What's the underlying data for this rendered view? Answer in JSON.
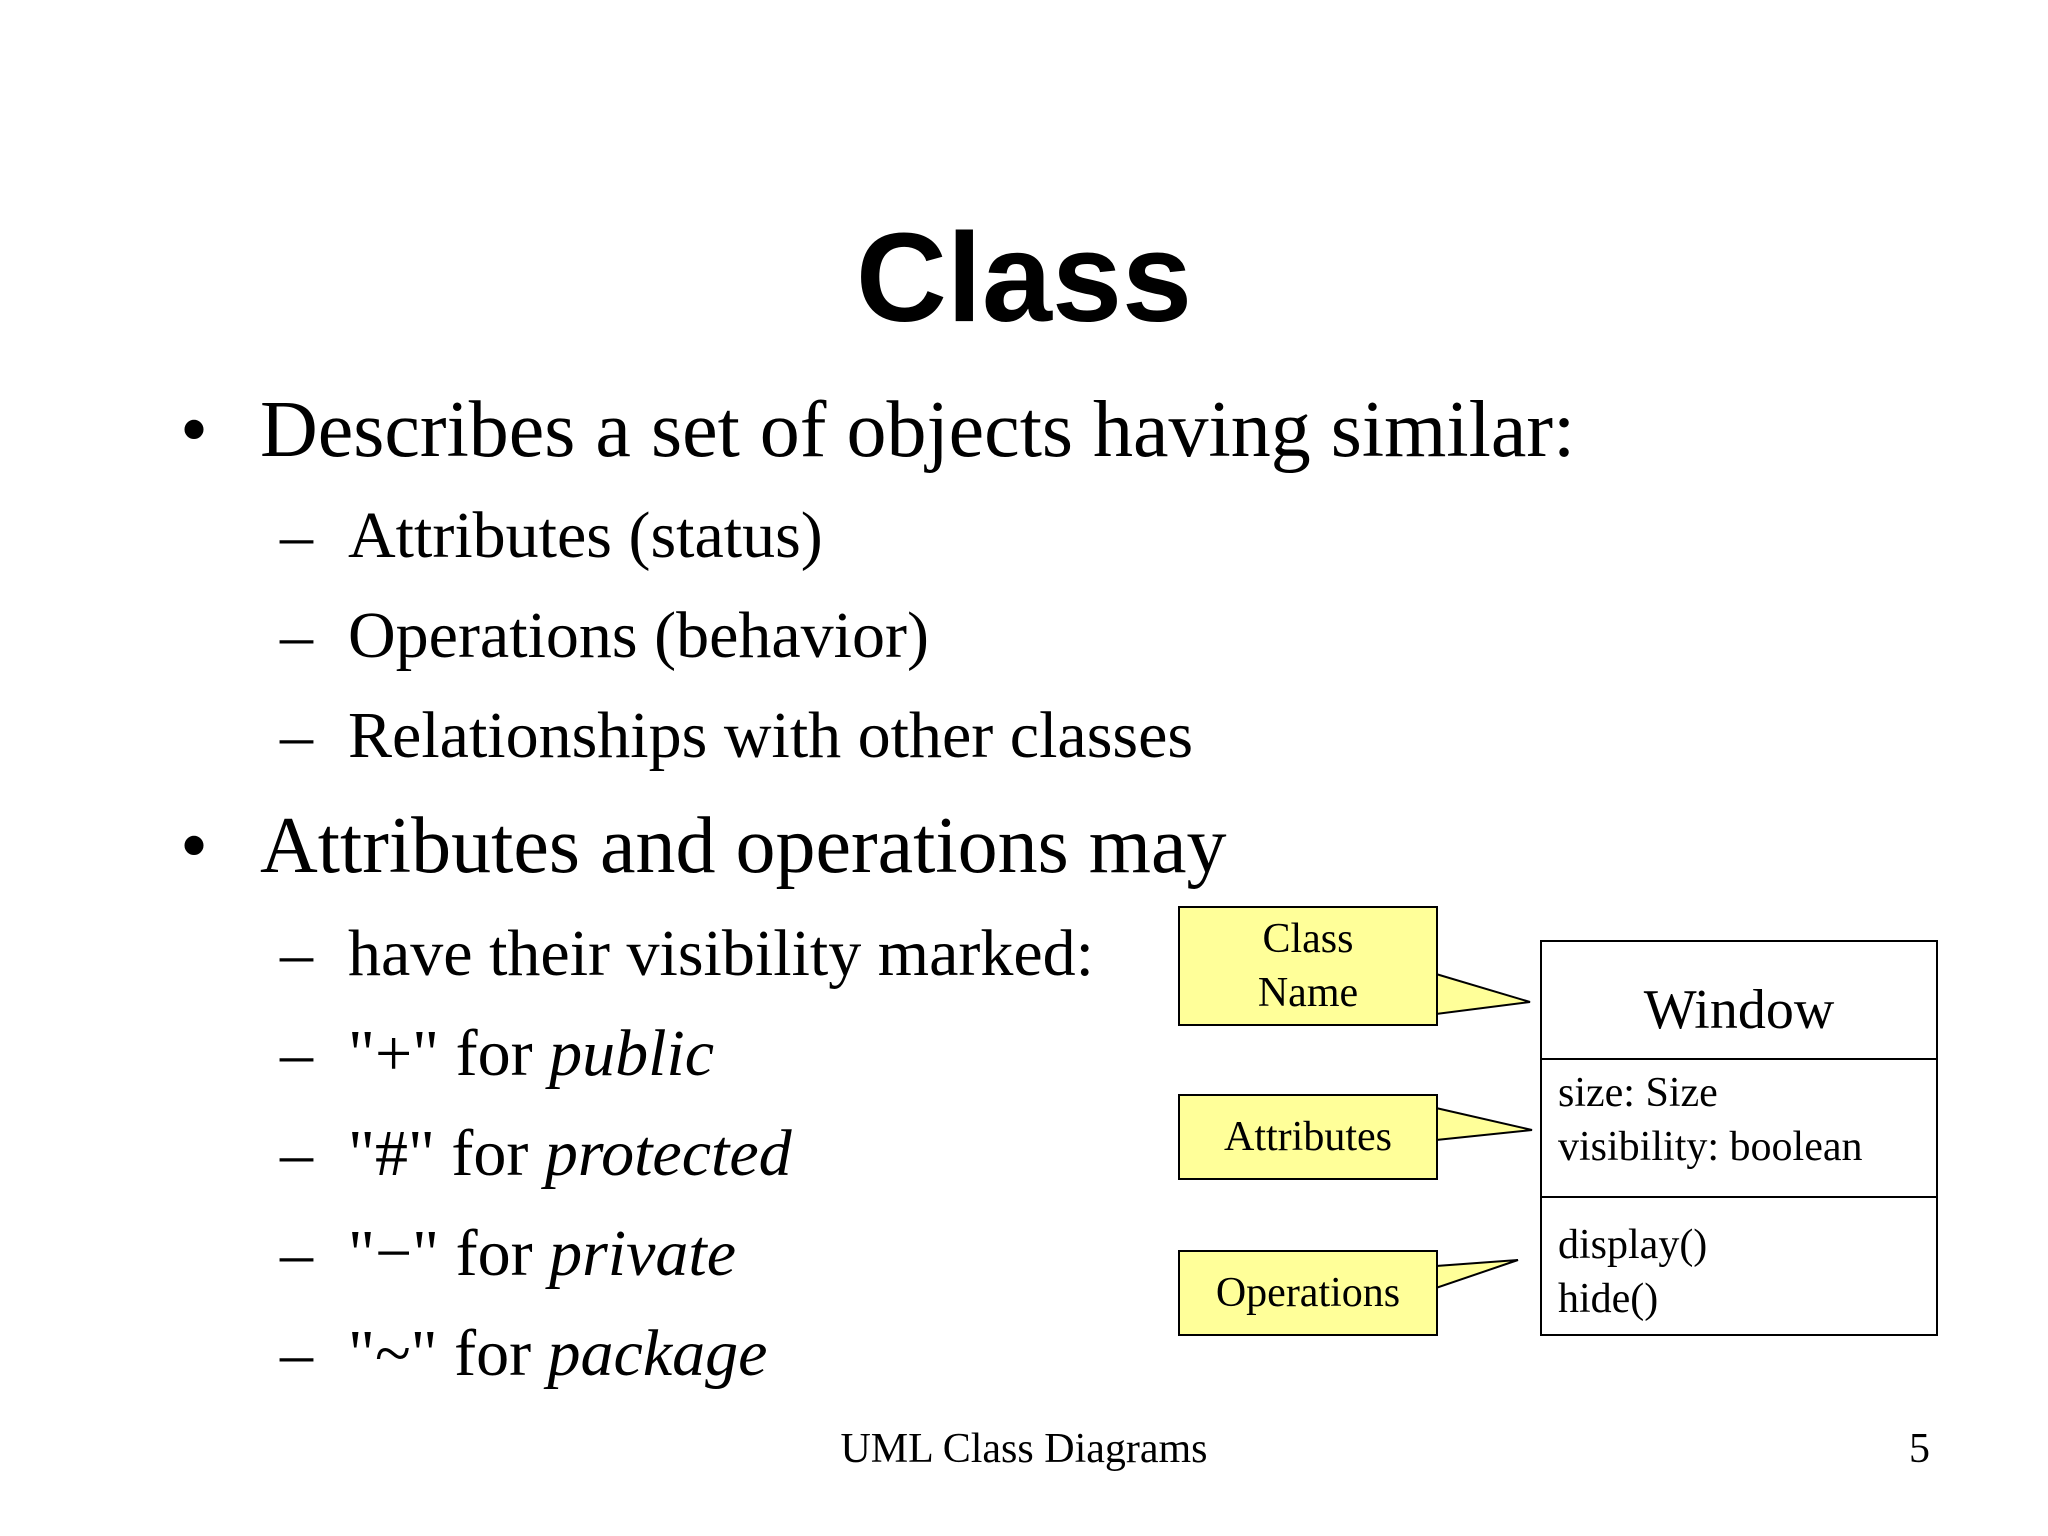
{
  "slide": {
    "title": "Class",
    "bullets": [
      {
        "text": "Describes a set of objects having similar:",
        "subs": [
          "Attributes (status)",
          "Operations (behavior)",
          "Relationships with other classes"
        ]
      },
      {
        "text": "Attributes and operations may",
        "subs": [
          {
            "prefix": "have their visibility marked:",
            "emph": ""
          },
          {
            "prefix": "\"+\" for ",
            "emph": "public"
          },
          {
            "prefix": "\"#\" for ",
            "emph": "protected"
          },
          {
            "prefix": "\"−\" for ",
            "emph": "private"
          },
          {
            "prefix": "\"~\" for ",
            "emph": "package"
          }
        ]
      }
    ],
    "bullet_glyph": "•",
    "dash_glyph": "–"
  },
  "diagram": {
    "callouts": {
      "class_name": [
        "Class",
        "Name"
      ],
      "attributes": "Attributes",
      "operations": "Operations"
    },
    "uml_class": {
      "name": "Window",
      "attributes": [
        "size: Size",
        "visibility: boolean"
      ],
      "operations": [
        "display()",
        "hide()"
      ]
    },
    "callout_fill": "#ffff99"
  },
  "footer": {
    "title": "UML Class Diagrams",
    "page": "5"
  }
}
